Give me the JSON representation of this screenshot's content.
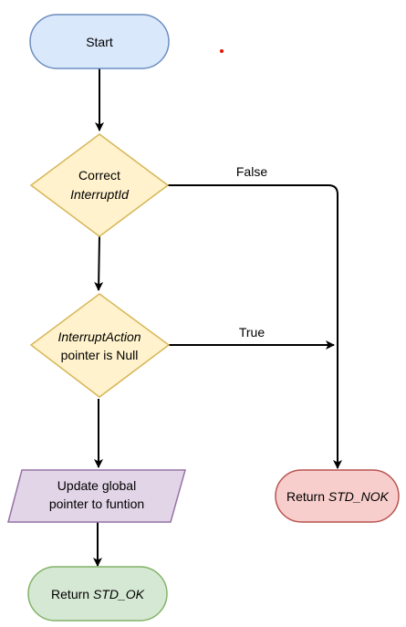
{
  "colors": {
    "start_fill": "#dae8fc",
    "start_stroke": "#6c8ebf",
    "decision_fill": "#fff2cc",
    "decision_stroke": "#d6b656",
    "process_fill": "#e1d5e7",
    "process_stroke": "#9673a6",
    "ok_fill": "#d5e8d4",
    "ok_stroke": "#82b366",
    "nok_fill": "#f8cecc",
    "nok_stroke": "#b85450",
    "dot": "#e51400"
  },
  "nodes": {
    "start": {
      "label": "Start"
    },
    "check_id": {
      "line1": "Correct",
      "line2": "InterruptId"
    },
    "check_null": {
      "line1": "InterruptAction",
      "line2": "pointer is Null"
    },
    "update": {
      "line1": "Update global",
      "line2": "pointer to funtion"
    },
    "return_ok": {
      "prefix": "Return ",
      "value": "STD_OK"
    },
    "return_nok": {
      "prefix": "Return ",
      "value": "STD_NOK"
    }
  },
  "edges": {
    "false_label": "False",
    "true_label": "True"
  }
}
